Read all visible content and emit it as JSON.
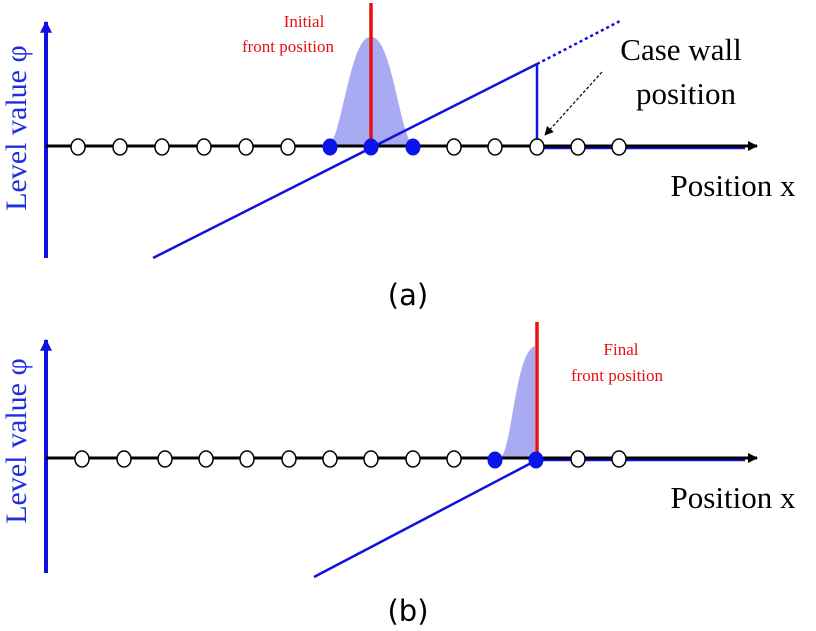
{
  "colors": {
    "axis_blue": "#1010e0",
    "front_red": "#e81010",
    "gaussian_fill": "#a9abf2",
    "node_active": "#0b14e8",
    "text_blue": "#1f2ce0",
    "text_red": "#e81010",
    "black": "#000000"
  },
  "panel_a": {
    "ylabel": "Level value φ",
    "xlabel": "Position x",
    "front_label_line1": "Initial",
    "front_label_line2": "front position",
    "wall_label_line1": "Case wall",
    "wall_label_line2": "position",
    "caption": "(a)"
  },
  "panel_b": {
    "ylabel": "Level value φ",
    "xlabel": "Position x",
    "front_label_line1": "Final",
    "front_label_line2": "front position",
    "caption": "(b)"
  }
}
